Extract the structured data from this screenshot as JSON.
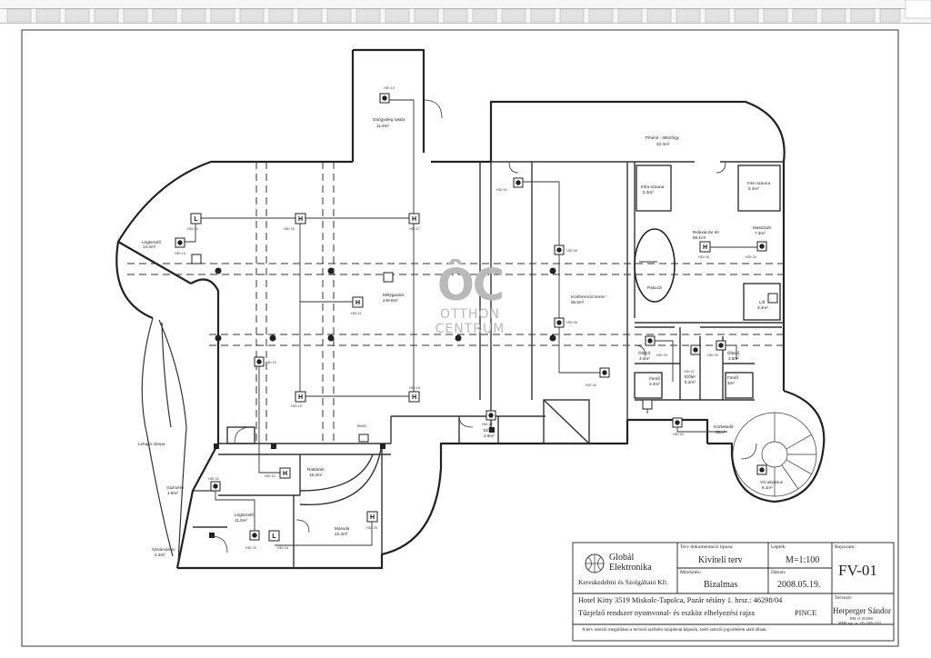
{
  "rooms": [
    {
      "name": "Göngyöleg raktár",
      "area": "11.9m²"
    },
    {
      "name": "Pihenő - öltözőrgy",
      "area": "22.4m²"
    },
    {
      "name": "Infra szauna",
      "area": "5.3m²"
    },
    {
      "name": "Finn szauna",
      "area": "5.3m²"
    },
    {
      "name": "Légkezelő",
      "area": "14.3m²"
    },
    {
      "name": "Mélygarázs",
      "area": "249.8m²"
    },
    {
      "name": "Konferencia terem",
      "area": "55.5m²"
    },
    {
      "name": "Relaxációs tér",
      "area": "55.1m²"
    },
    {
      "name": "Masszázs",
      "area": "7.3m²"
    },
    {
      "name": "Pakuzzi",
      "area": ""
    },
    {
      "name": "Lift",
      "area": "3.4m²"
    },
    {
      "name": "Öltöző",
      "area": "4.3m²"
    },
    {
      "name": "Öltöző",
      "area": "3.8m²"
    },
    {
      "name": "Fürdő",
      "area": "3.4m²"
    },
    {
      "name": "Fürdő",
      "area": "3m²"
    },
    {
      "name": "Előtér",
      "area": "5.2m²"
    },
    {
      "name": "Előtér",
      "area": "3.6m²"
    },
    {
      "name": "Közlekedő",
      "area": "36m²"
    },
    {
      "name": "Lehajtó rámpa",
      "area": ""
    },
    {
      "name": "Raktártér",
      "area": "18.3m²"
    },
    {
      "name": "Gázmérő",
      "area": "1.9m²"
    },
    {
      "name": "Légkezelő",
      "area": "11.0m²"
    },
    {
      "name": "Mosoda",
      "area": "22.3m²"
    },
    {
      "name": "Szivárvármu",
      "area": "2.2m²"
    },
    {
      "name": "Víz akvárius",
      "area": "8.1m²"
    }
  ],
  "devices": [
    "HDI 10",
    "HDI 14",
    "HDI 16",
    "HDI 17",
    "HDI 13",
    "HDI 11",
    "HDI 15",
    "HDI 18",
    "HDI 19",
    "HDI 01",
    "HDI 09",
    "HDI 06",
    "HDI 05",
    "HDI 04",
    "HDI 03",
    "HDI 02",
    "HDI 07",
    "HDI 12",
    "HDI 21",
    "HDI 22",
    "HDI 23",
    "HDI 24",
    "HDI 25",
    "HDI 40",
    "HDI 20",
    "BMK2"
  ],
  "watermark": {
    "big": "ÔC",
    "line1": "OTTHON",
    "line2": "CENTRUM"
  },
  "title_block": {
    "company_line1": "Globál",
    "company_line2": "Elektronika",
    "company_line3": "Kereskedelmi és Szolgáltató Kft.",
    "doc_type_label": "Terv dokumentáció típusa:",
    "doc_type": "Kiviteli terv",
    "scale_label": "Lépték:",
    "scale": "M=1:100",
    "drawing_no_label": "Rajzszám:",
    "drawing_no": "FV-01",
    "class_label": "Minősítés:",
    "class": "Bizalmas",
    "date_label": "Dátum:",
    "date": "2008.05.19.",
    "project": "Hotel Kitty 3519 Miskolc-Tapolca, Pazár sétány 1. hrsz.: 46298/04",
    "content": "Tűzjelző rendszer nyomvonal- és eszköz elhelyezési rajza",
    "level": "PINCE",
    "designer_label": "Tervező:",
    "designer": "Herperger Sándor",
    "designer_reg": "BM 14 18/2006",
    "designer_reg2": "MMK nyt. sz.: 05-2305-1252",
    "footer": "A terv szerzői megoldásai a tervező szellemi tulajdonát képezik, ezért szerzői jogvédelem alatt állnak."
  }
}
